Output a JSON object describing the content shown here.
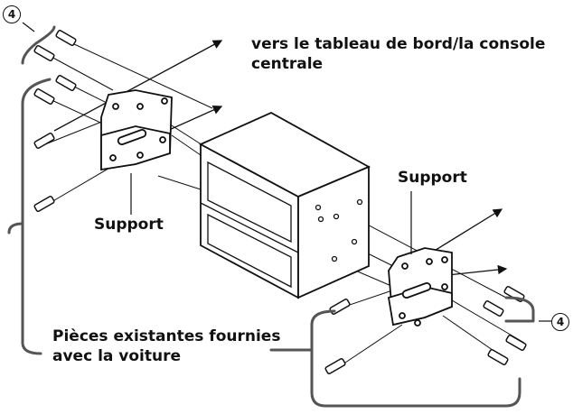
{
  "labels": {
    "console_direction": "vers le tableau de bord/la console centrale",
    "support_left": "Support",
    "support_right": "Support",
    "existing_parts": "Pièces existantes fournies avec la voiture"
  },
  "callouts": {
    "top_left": "4",
    "bottom_right": "4"
  },
  "colors": {
    "line": "#111111",
    "background": "#ffffff"
  }
}
